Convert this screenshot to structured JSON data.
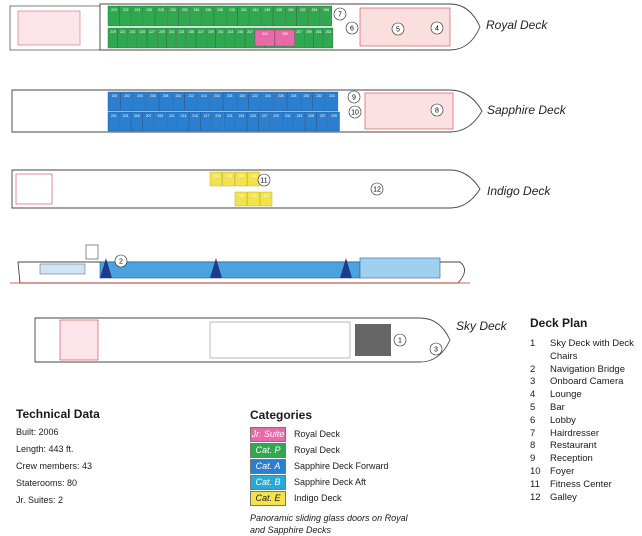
{
  "decks": {
    "royal": "Royal Deck",
    "sapphire": "Sapphire Deck",
    "indigo": "Indigo Deck",
    "sky": "Sky Deck"
  },
  "cabins": {
    "royal_top": [
      "220",
      "222",
      "224",
      "226",
      "228",
      "230",
      "232",
      "234",
      "236",
      "238",
      "240",
      "242",
      "244",
      "246",
      "248",
      "250",
      "252",
      "254",
      "256"
    ],
    "royal_bottom": [
      "219",
      "221",
      "223",
      "225",
      "227",
      "229",
      "231",
      "233",
      "235",
      "237",
      "239",
      "241",
      "243",
      "245",
      "247",
      "249",
      "251",
      "253",
      "255",
      "257",
      "259",
      "261",
      "263"
    ],
    "royal_suites": [
      "310",
      "309"
    ],
    "sapphire_top": [
      "200",
      "202",
      "204",
      "206",
      "208",
      "210",
      "212",
      "214",
      "216",
      "218",
      "220",
      "222",
      "224",
      "226",
      "228",
      "230",
      "232",
      "234"
    ],
    "sapphire_bottom": [
      "201",
      "203",
      "205",
      "207",
      "209",
      "211",
      "213",
      "215",
      "217",
      "219",
      "221",
      "223",
      "225",
      "227",
      "229",
      "231",
      "233",
      "235",
      "237",
      "239"
    ],
    "indigo_top": [
      "110",
      "108",
      "106",
      "104"
    ],
    "indigo_bottom": [
      "105",
      "103",
      "101"
    ]
  },
  "markers": {
    "royal": [
      "7",
      "6",
      "5",
      "4"
    ],
    "sapphire": [
      "9",
      "10",
      "8"
    ],
    "indigo": [
      "11",
      "12"
    ],
    "profile": [
      "2"
    ],
    "sky": [
      "1",
      "3"
    ]
  },
  "technical": {
    "title": "Technical Data",
    "lines": [
      "Built: 2006",
      "Length: 443 ft.",
      "Crew members: 43",
      "Staterooms: 80",
      "Jr. Suites: 2"
    ]
  },
  "categories": {
    "title": "Categories",
    "items": [
      {
        "badge": "Jr. Suite",
        "label": "Royal Deck",
        "color": "#e86aa8"
      },
      {
        "badge": "Cat. P",
        "label": "Royal Deck",
        "color": "#2fa84f"
      },
      {
        "badge": "Cat. A",
        "label": "Sapphire Deck Forward",
        "color": "#2a7fd0"
      },
      {
        "badge": "Cat. B",
        "label": "Sapphire Deck Aft",
        "color": "#28a9d8"
      },
      {
        "badge": "Cat. E",
        "label": "Indigo Deck",
        "color": "#f3e34a"
      }
    ],
    "note": "Panoramic sliding glass doors on Royal and Sapphire Decks"
  },
  "legend": {
    "title": "Deck Plan",
    "items": [
      {
        "num": "1",
        "label": "Sky Deck with Deck Chairs"
      },
      {
        "num": "2",
        "label": "Navigation Bridge"
      },
      {
        "num": "3",
        "label": "Onboard Camera"
      },
      {
        "num": "4",
        "label": "Lounge"
      },
      {
        "num": "5",
        "label": "Bar"
      },
      {
        "num": "6",
        "label": "Lobby"
      },
      {
        "num": "7",
        "label": "Hairdresser"
      },
      {
        "num": "8",
        "label": "Restaurant"
      },
      {
        "num": "9",
        "label": "Reception"
      },
      {
        "num": "10",
        "label": "Foyer"
      },
      {
        "num": "11",
        "label": "Fitness Center"
      },
      {
        "num": "12",
        "label": "Galley"
      }
    ]
  }
}
